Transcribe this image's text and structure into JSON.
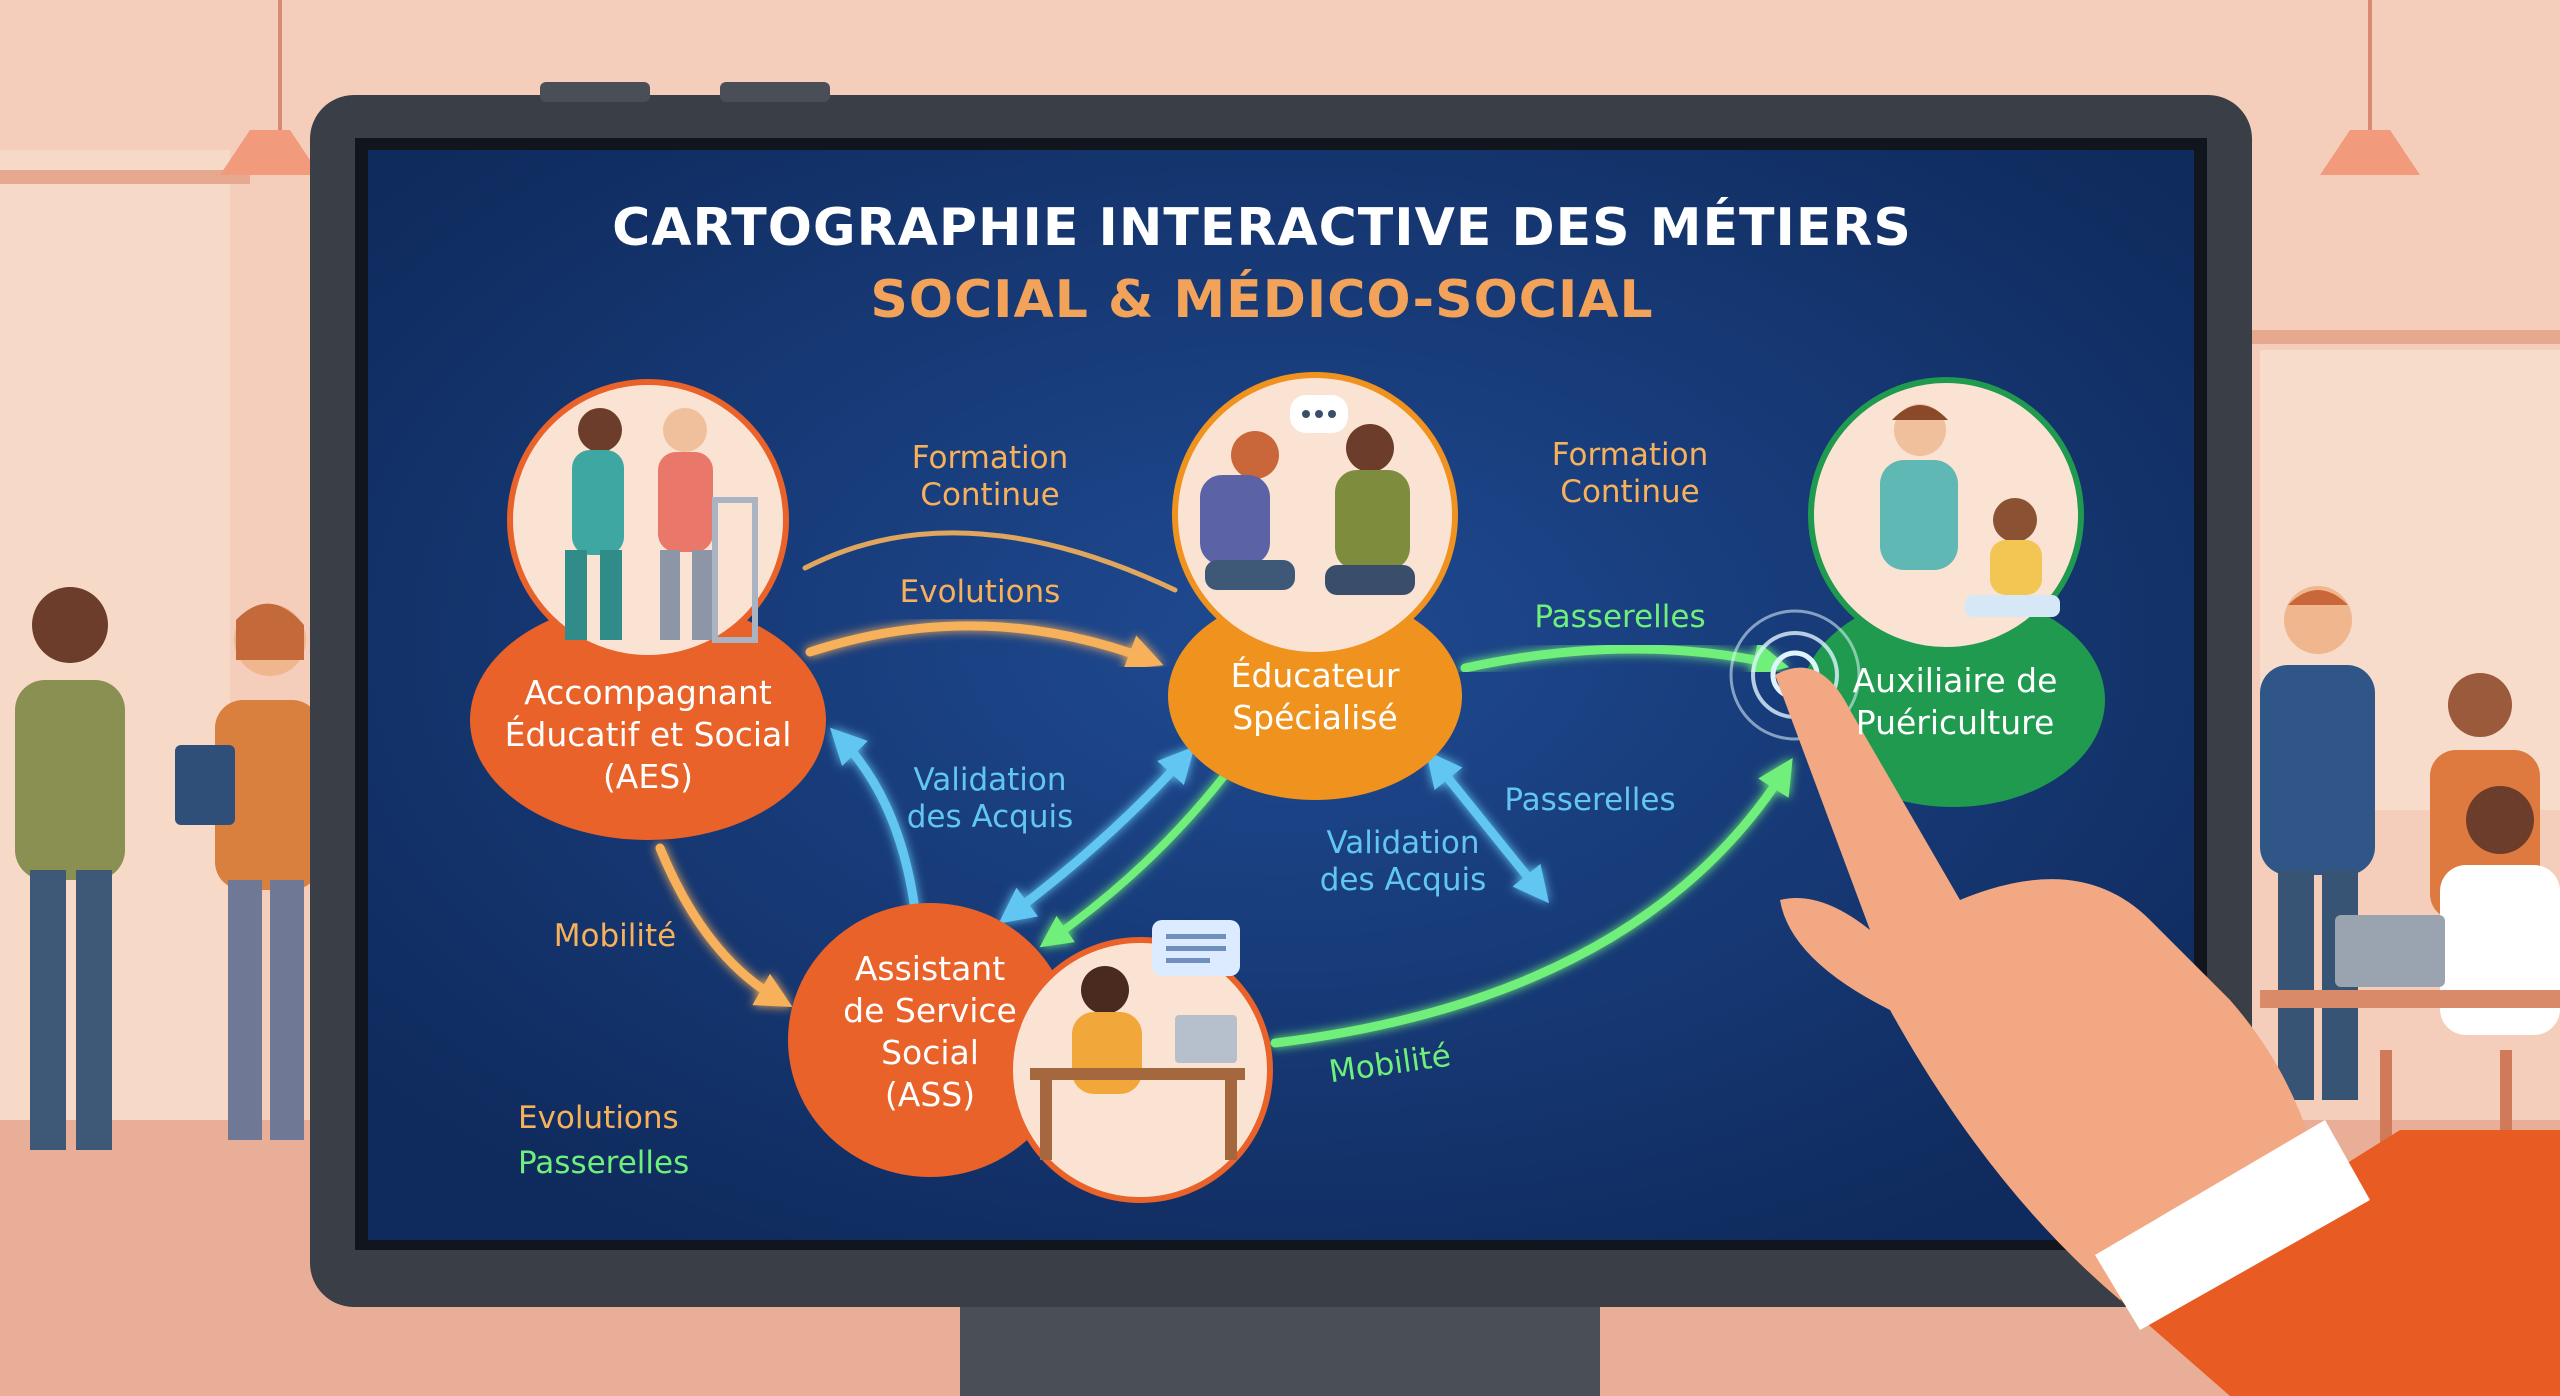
{
  "screen": {
    "title_line1": "CARTOGRAPHIE INTERACTIVE DES MÉTIERS",
    "title_line2": "SOCIAL & MÉDICO-SOCIAL"
  },
  "nodes": {
    "aes": "Accompagnant\nÉducatif et Social\n(AES)",
    "es": "Éducateur\nSpécialisé",
    "ass": "Assistant\nde Service\nSocial\n(ASS)",
    "ap": "Auxiliaire de\nPuériculture"
  },
  "edges": {
    "formation_1": "Formation\nContinue",
    "formation_2": "Formation\nContinue",
    "evolutions": "Evolutions",
    "passerelles_top": "Passerelles",
    "validation_1": "Validation\ndes Acquis",
    "passerelles_mid": "Passerelles",
    "validation_2": "Validation\ndes Acquis",
    "mobilite_left": "Mobilité",
    "mobilite_bottom": "Mobilité"
  },
  "legend": {
    "evolutions": "Evolutions",
    "passerelles": "Passerelles"
  },
  "colors": {
    "evolution_arrow": "#f7b15a",
    "passerelle_arrow": "#6ff07a",
    "validation_arrow": "#62c6f2",
    "node_orange": "#e8622a",
    "node_amber": "#f0921e",
    "node_green": "#1f9a4f",
    "screen_bg": "#173a7a",
    "accent_title": "#f3a25a"
  }
}
